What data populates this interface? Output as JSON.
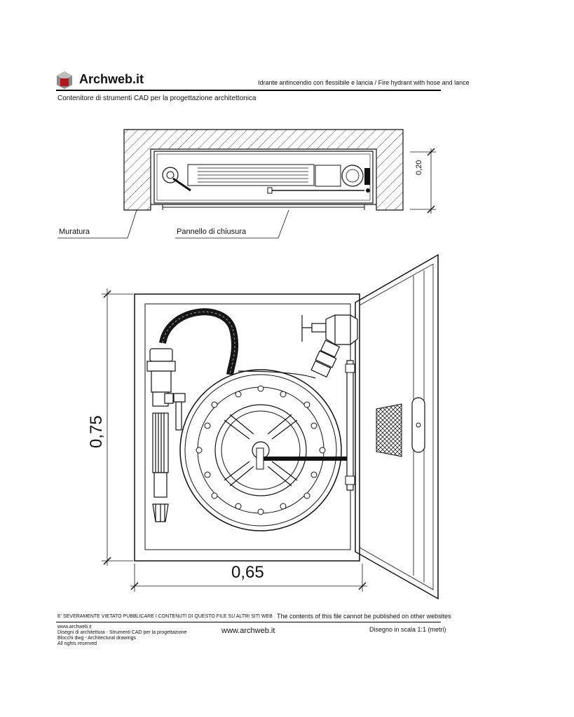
{
  "header": {
    "brand": "Archweb.it",
    "title": "Idrante antincendio con flessibile e lancia  /  Fire hydrant with hose and lance",
    "subtitle": "Contenitore di strumenti CAD per la progettazione architettonica"
  },
  "plan_view": {
    "label_wall": "Muratura",
    "label_panel": "Pannello di chiusura",
    "dim_depth": "0,20"
  },
  "elevation_view": {
    "dim_height": "0,75",
    "dim_width": "0,65"
  },
  "footer": {
    "warning_it": "E' SEVERAMENTE VIETATO PUBBLICARE I CONTENUTI DI QUESTO FILE SU ALTRI SITI WEB",
    "warning_en": "The contents of this file cannot be published on other websites",
    "info_lines": [
      "www.archweb.it",
      "Disegni di architettura - Strumenti CAD  per la progettazione",
      "Blocchi dwg - Architectural drawings",
      "All rights reserved"
    ],
    "website": "www.archweb.it",
    "scale": "Disegno in scala 1:1 (metri)"
  }
}
